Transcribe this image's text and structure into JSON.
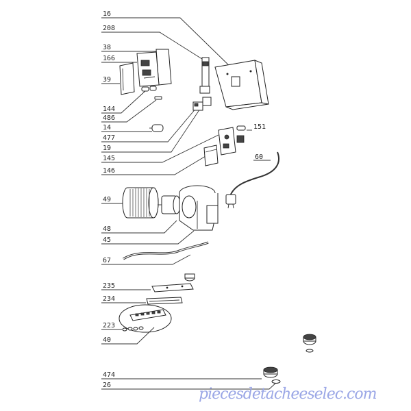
{
  "labels": {
    "l16": "16",
    "l208": "208",
    "l38": "38",
    "l166": "166",
    "l39": "39",
    "l144": "144",
    "l486": "486",
    "l14": "14",
    "l477": "477",
    "l19": "19",
    "l145": "145",
    "l146": "146",
    "l151": "151",
    "l60": "60",
    "l49": "49",
    "l48": "48",
    "l45": "45",
    "l67": "67",
    "l235": "235",
    "l234": "234",
    "l223": "223",
    "l40": "40",
    "l474": "474",
    "l26": "26"
  },
  "watermark": "piecesdetacheeselec.com",
  "colors": {
    "line": "#222222",
    "watermark": "#9ba7e6"
  }
}
